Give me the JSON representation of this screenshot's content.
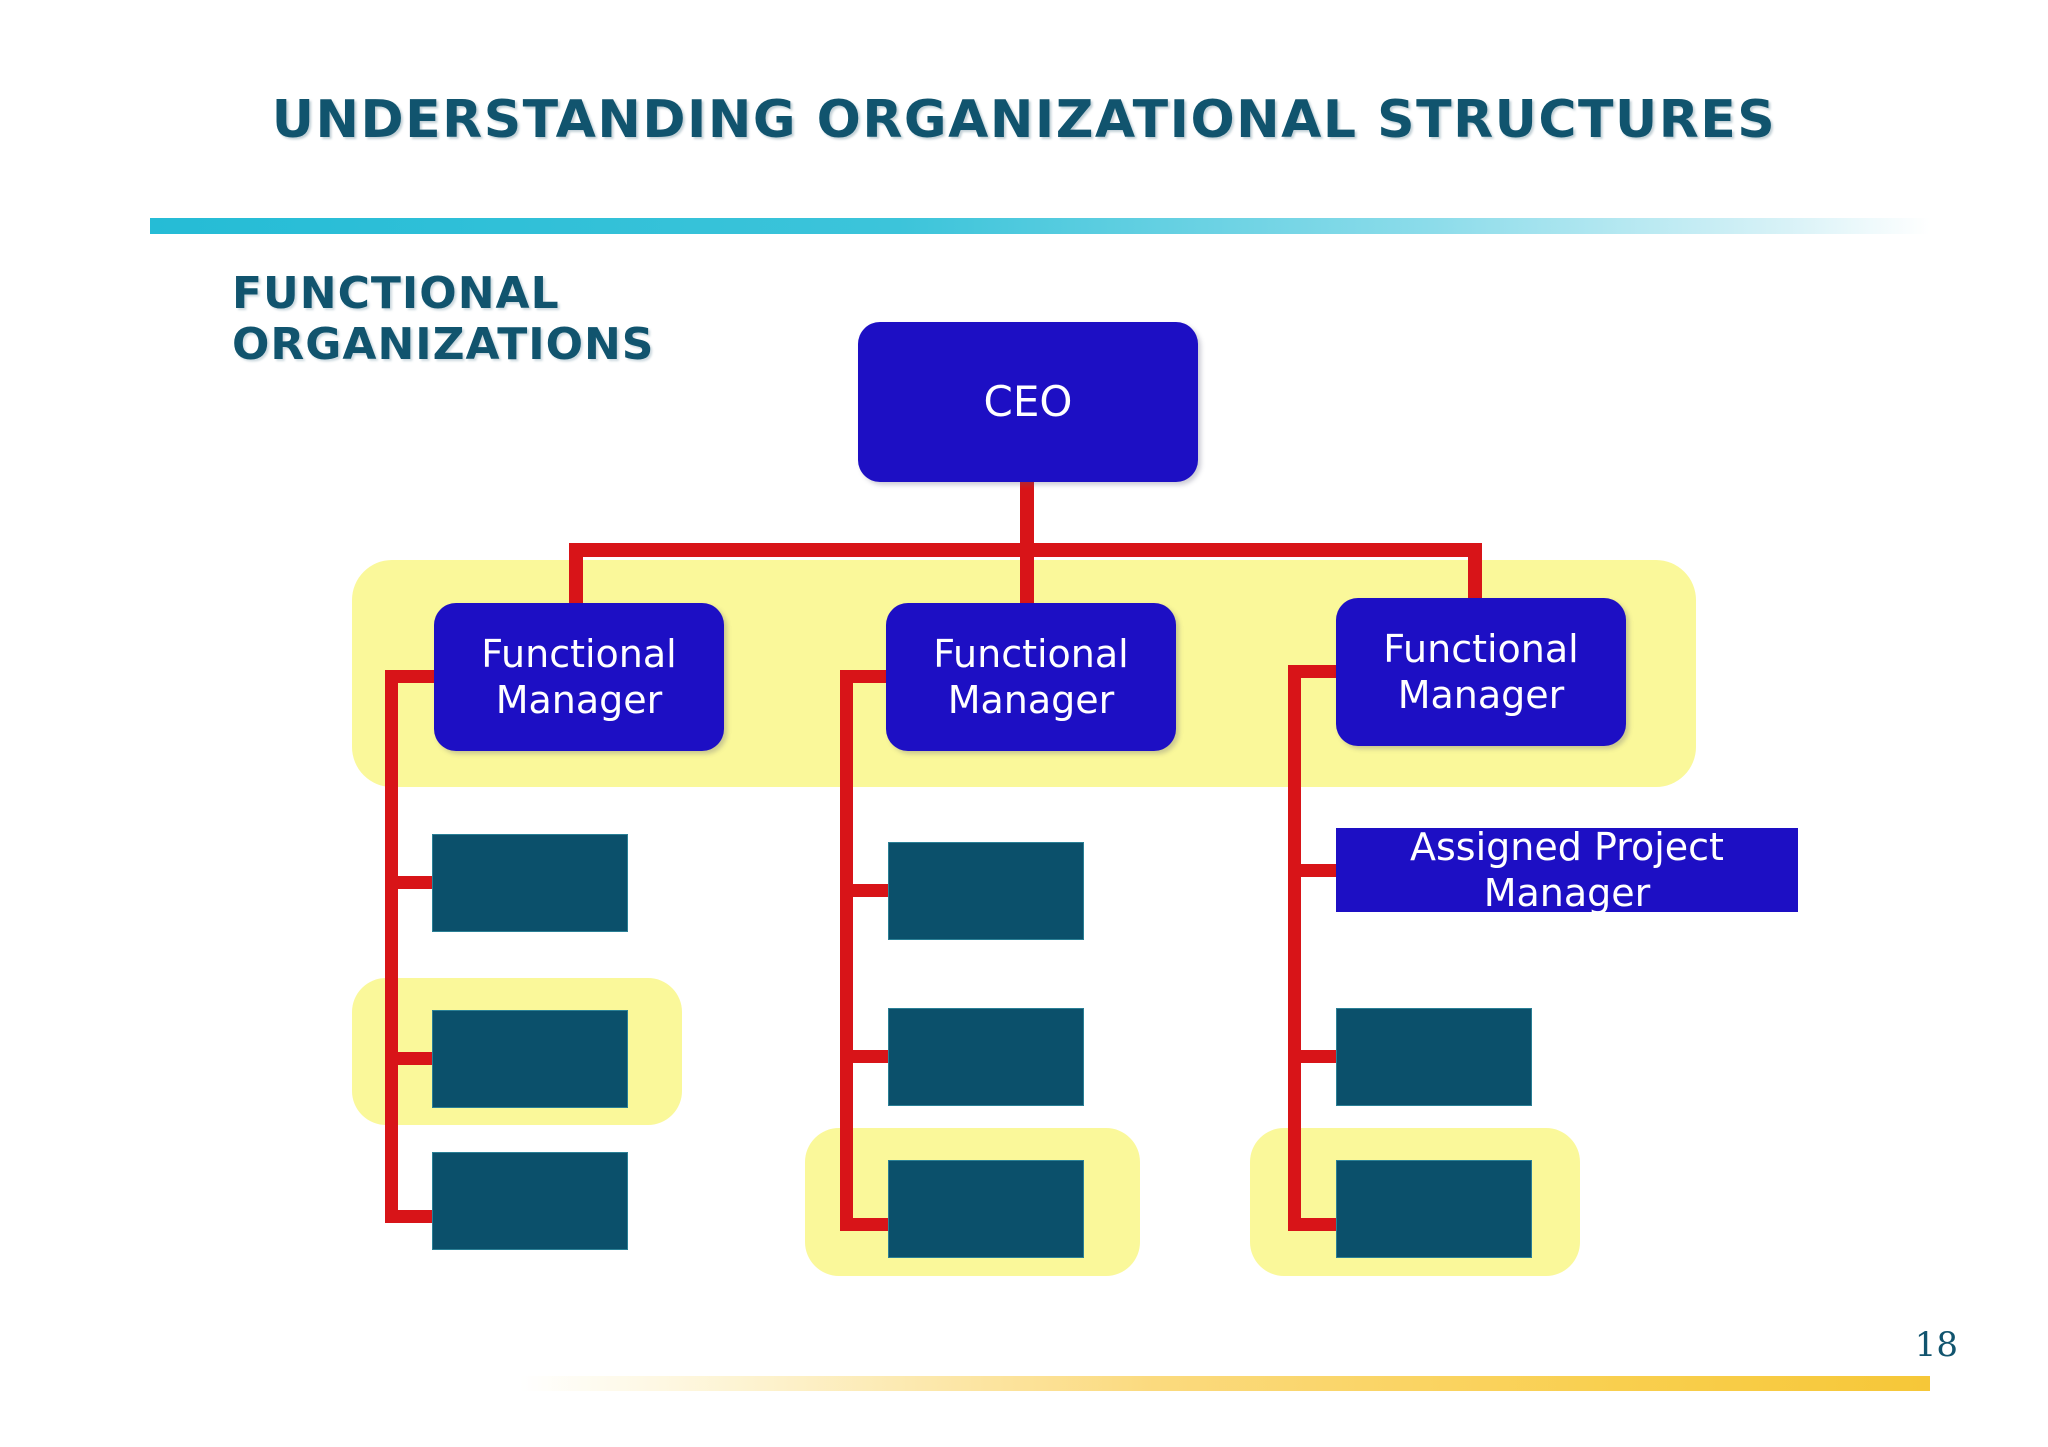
{
  "slide": {
    "title": "UNDERSTANDING ORGANIZATIONAL STRUCTURES",
    "section_heading_line1": "FUNCTIONAL",
    "section_heading_line2": "ORGANIZATIONS",
    "page_number": "18"
  },
  "colors": {
    "title_text": "#11546e",
    "title_rule_start": "#25bcd6",
    "manager_box": "#1d0fc4",
    "staff_box": "#0b506b",
    "connector_line": "#d81418",
    "highlight": "#faf89a",
    "bottom_rule": "#f6c738"
  },
  "chart_data": {
    "type": "diagram",
    "diagram_kind": "organizational-chart",
    "title": "FUNCTIONAL ORGANIZATIONS",
    "root": {
      "id": "ceo",
      "label": "CEO",
      "shape": "rounded-rect",
      "fill": "#1d0fc4",
      "text_color": "#ffffff"
    },
    "highlight_regions": [
      {
        "id": "band-functional-managers",
        "label": "",
        "covers": [
          "fm-1",
          "fm-2",
          "fm-3"
        ],
        "fill": "#faf89a"
      },
      {
        "id": "hl-col1-staff2",
        "label": "",
        "covers": [
          "c1-staff-2"
        ],
        "fill": "#faf89a"
      },
      {
        "id": "hl-col2-staff3",
        "label": "",
        "covers": [
          "c2-staff-3"
        ],
        "fill": "#faf89a"
      },
      {
        "id": "hl-col3-staff2",
        "label": "",
        "covers": [
          "c3-staff-2"
        ],
        "fill": "#faf89a"
      }
    ],
    "columns": [
      {
        "id": "col-1",
        "manager": {
          "id": "fm-1",
          "label": "Functional Manager",
          "line1": "Functional",
          "line2": "Manager",
          "shape": "rounded-rect",
          "fill": "#1d0fc4"
        },
        "children": [
          {
            "id": "c1-staff-1",
            "label": "",
            "shape": "rect",
            "fill": "#0b506b",
            "highlighted": false
          },
          {
            "id": "c1-staff-2",
            "label": "",
            "shape": "rect",
            "fill": "#0b506b",
            "highlighted": true
          },
          {
            "id": "c1-staff-3",
            "label": "",
            "shape": "rect",
            "fill": "#0b506b",
            "highlighted": false
          }
        ]
      },
      {
        "id": "col-2",
        "manager": {
          "id": "fm-2",
          "label": "Functional Manager",
          "line1": "Functional",
          "line2": "Manager",
          "shape": "rounded-rect",
          "fill": "#1d0fc4"
        },
        "children": [
          {
            "id": "c2-staff-1",
            "label": "",
            "shape": "rect",
            "fill": "#0b506b",
            "highlighted": false
          },
          {
            "id": "c2-staff-2",
            "label": "",
            "shape": "rect",
            "fill": "#0b506b",
            "highlighted": false
          },
          {
            "id": "c2-staff-3",
            "label": "",
            "shape": "rect",
            "fill": "#0b506b",
            "highlighted": true
          }
        ]
      },
      {
        "id": "col-3",
        "manager": {
          "id": "fm-3",
          "label": "Functional Manager",
          "line1": "Functional",
          "line2": "Manager",
          "shape": "rounded-rect",
          "fill": "#1d0fc4"
        },
        "children": [
          {
            "id": "apm",
            "label": "Assigned Project Manager",
            "line1": "Assigned Project",
            "line2": "Manager",
            "shape": "rect",
            "fill": "#1d0fc4",
            "highlighted": false
          },
          {
            "id": "c3-staff-1",
            "label": "",
            "shape": "rect",
            "fill": "#0b506b",
            "highlighted": false
          },
          {
            "id": "c3-staff-2",
            "label": "",
            "shape": "rect",
            "fill": "#0b506b",
            "highlighted": true
          }
        ]
      }
    ]
  },
  "nodes": {
    "ceo": "CEO",
    "fm_line1": "Functional",
    "fm_line2": "Manager",
    "apm_line1": "Assigned Project",
    "apm_line2": "Manager"
  }
}
